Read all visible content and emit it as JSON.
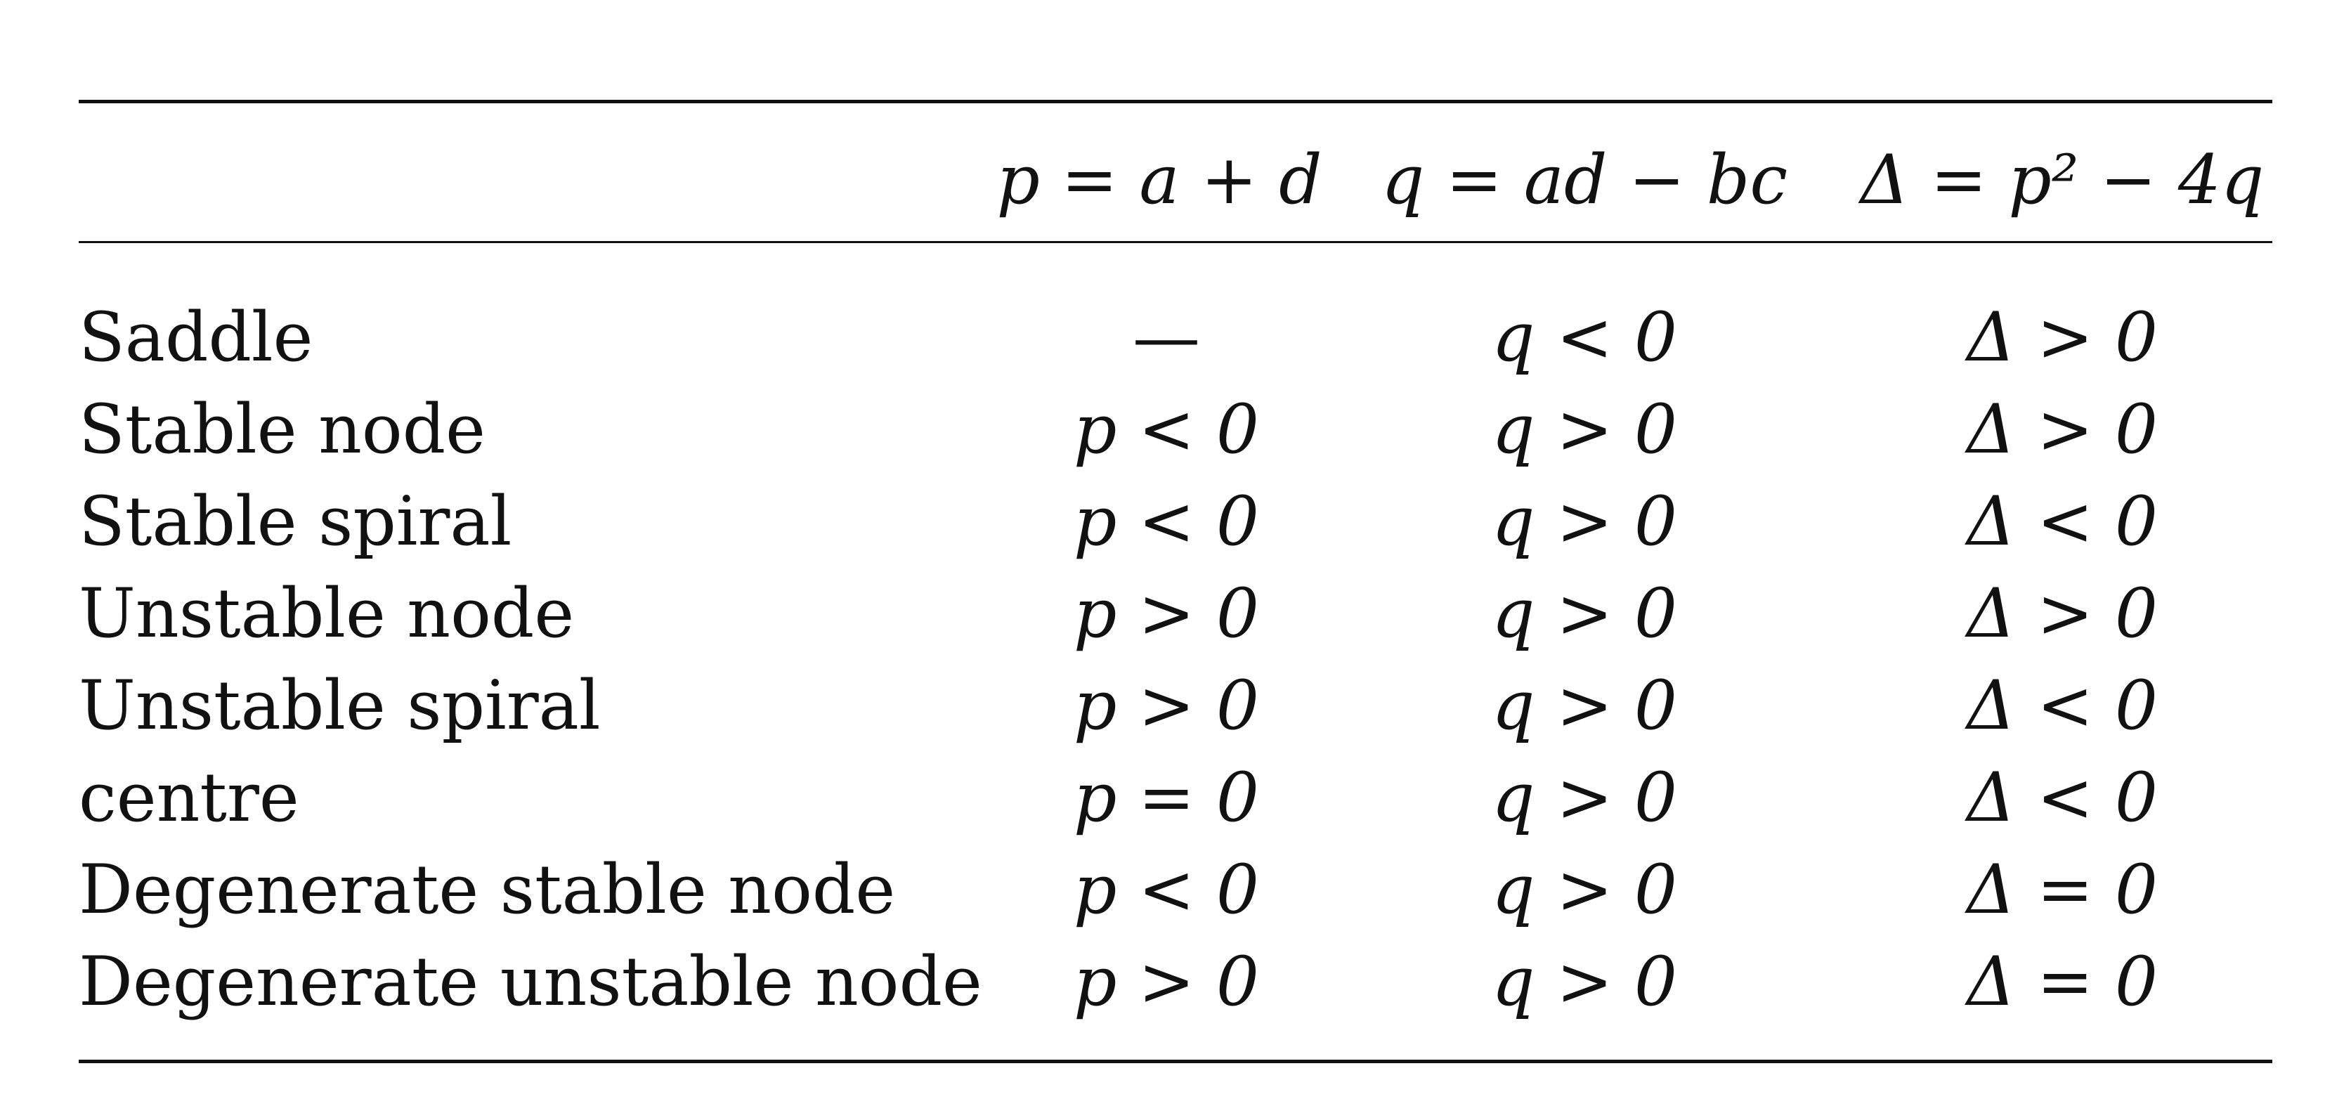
{
  "table": {
    "headers": {
      "label": "",
      "p": "p = a + d",
      "q": "q = ad − bc",
      "delta": "Δ = p² − 4q"
    },
    "rows": [
      {
        "label": "Saddle",
        "p": "—",
        "q": "q < 0",
        "delta": "Δ > 0"
      },
      {
        "label": "Stable node",
        "p": "p < 0",
        "q": "q > 0",
        "delta": "Δ > 0"
      },
      {
        "label": "Stable spiral",
        "p": "p < 0",
        "q": "q > 0",
        "delta": "Δ < 0"
      },
      {
        "label": "Unstable node",
        "p": "p > 0",
        "q": "q > 0",
        "delta": "Δ > 0"
      },
      {
        "label": "Unstable spiral",
        "p": "p > 0",
        "q": "q > 0",
        "delta": "Δ < 0"
      },
      {
        "label": "centre",
        "p": "p = 0",
        "q": "q > 0",
        "delta": "Δ < 0"
      },
      {
        "label": "Degenerate stable node",
        "p": "p < 0",
        "q": "q > 0",
        "delta": "Δ = 0"
      },
      {
        "label": "Degenerate unstable node",
        "p": "p > 0",
        "q": "q > 0",
        "delta": "Δ = 0"
      }
    ]
  }
}
